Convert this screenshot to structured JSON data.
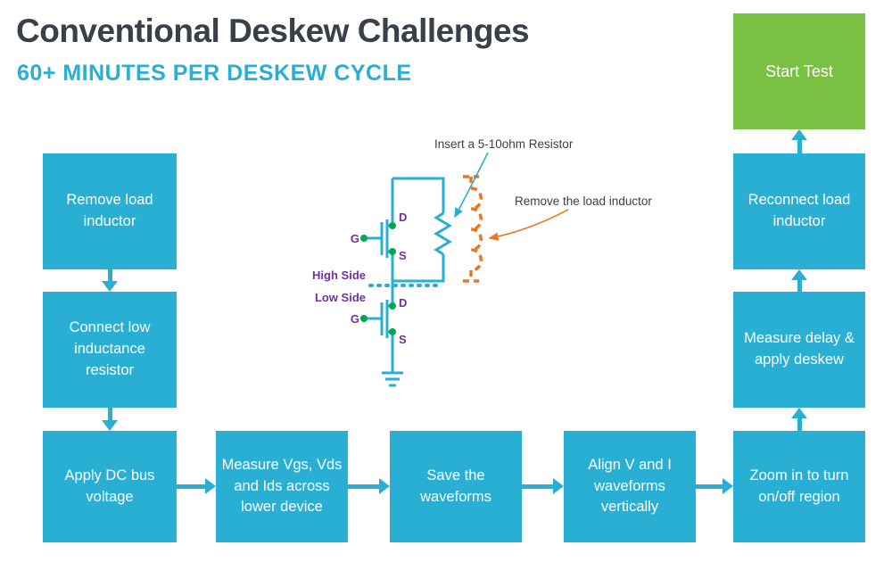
{
  "header": {
    "title": "Conventional Deskew Challenges",
    "subtitle": "60+ MINUTES PER DESKEW CYCLE"
  },
  "flow": {
    "start_test": "Start Test",
    "steps": {
      "remove_load_inductor": "Remove load inductor",
      "connect_resistor": "Connect low inductance resistor",
      "apply_dc": "Apply DC bus voltage",
      "measure_vgs": "Measure Vgs, Vds and Ids across lower device",
      "save_waveforms": "Save the waveforms",
      "align_vi": "Align V and I waveforms vertically",
      "zoom_in": "Zoom in to turn on/off region",
      "measure_delay": "Measure delay & apply deskew",
      "reconnect_inductor": "Reconnect load inductor"
    }
  },
  "diagram": {
    "annotation_resistor": "Insert a 5-10ohm Resistor",
    "annotation_inductor": "Remove the load inductor",
    "high_side": "High Side",
    "low_side": "Low Side",
    "gate_label": "G",
    "drain_label": "D",
    "source_label": "S"
  },
  "colors": {
    "cyan": "#29AFD4",
    "green": "#7AC143",
    "title_dark": "#3A4049",
    "purple": "#7030A0",
    "orange": "#E87722",
    "terminal_green": "#00A651"
  }
}
